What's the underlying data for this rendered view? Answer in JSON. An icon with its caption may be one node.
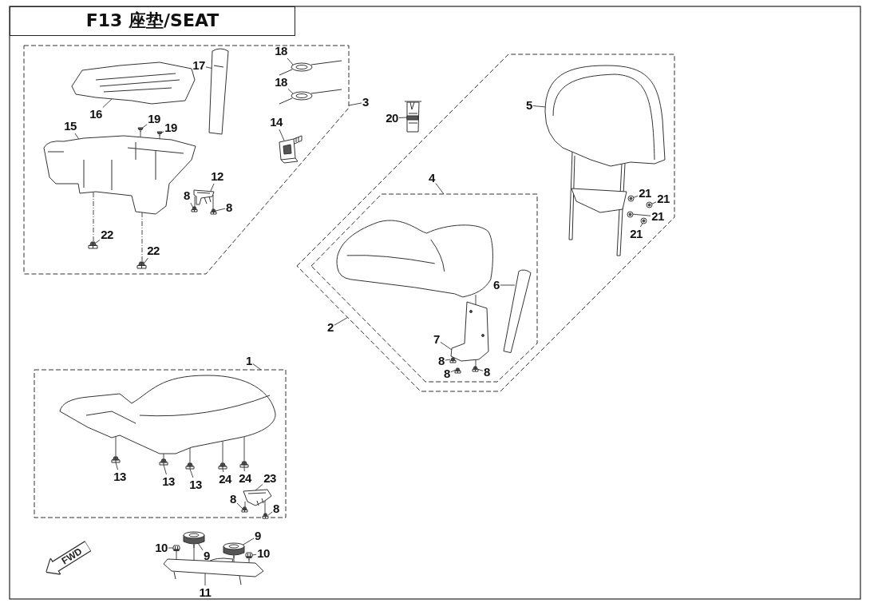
{
  "diagram": {
    "nodes": [
      {
        "text": [
          "F13 座垫/SEAT"
        ]
      },
      {
        "text": [],
        "shape": "box"
      },
      {
        "text": [
          "3"
        ]
      },
      {
        "text": [
          "16"
        ],
        "in": 1
      },
      {
        "text": [],
        "shape": "picture",
        "in": 1
      },
      {
        "text": [
          "17"
        ],
        "in": 1
      },
      {
        "text": [],
        "shape": "picture",
        "in": 1
      },
      {
        "text": [
          "18"
        ],
        "in": 1
      },
      {
        "text": [],
        "shape": "picture",
        "in": 1
      },
      {
        "text": [
          "18"
        ],
        "in": 1
      },
      {
        "text": [],
        "shape": "picture",
        "in": 1
      },
      {
        "text": [
          "14"
        ],
        "in": 1
      },
      {
        "text": [],
        "shape": "picture",
        "in": 1
      },
      {
        "text": [
          "15"
        ],
        "in": 1
      },
      {
        "text": [],
        "shape": "picture",
        "in": 1
      },
      {
        "text": [
          "19"
        ],
        "in": 1
      },
      {
        "text": [],
        "shape": "picture",
        "in": 1
      },
      {
        "text": [
          "19"
        ],
        "in": 1
      },
      {
        "text": [],
        "shape": "picture",
        "in": 1
      },
      {
        "text": [
          "12"
        ],
        "in": 1
      },
      {
        "text": [],
        "shape": "picture",
        "in": 1
      },
      {
        "text": [
          "8"
        ],
        "in": 1
      },
      {
        "text": [],
        "shape": "picture",
        "in": 1
      },
      {
        "text": [
          "8"
        ],
        "in": 1
      },
      {
        "text": [],
        "shape": "picture",
        "in": 1
      },
      {
        "text": [
          "22"
        ],
        "in": 1
      },
      {
        "text": [],
        "shape": "picture",
        "in": 1
      },
      {
        "text": [
          "22"
        ],
        "in": 1
      },
      {
        "text": [],
        "shape": "picture",
        "in": 1
      },
      {
        "text": [
          "20"
        ]
      },
      {
        "text": [],
        "shape": "picture"
      },
      {
        "text": [],
        "shape": "box"
      },
      {
        "text": [
          "2"
        ]
      },
      {
        "text": [],
        "shape": "box",
        "in": 31
      },
      {
        "text": [
          "4"
        ],
        "in": 31
      },
      {
        "text": [
          "5"
        ],
        "in": 31
      },
      {
        "text": [],
        "shape": "picture",
        "in": 31
      },
      {
        "text": [
          "21"
        ],
        "in": 31
      },
      {
        "text": [],
        "shape": "picture",
        "in": 31
      },
      {
        "text": [
          "21"
        ],
        "in": 31
      },
      {
        "text": [],
        "shape": "picture",
        "in": 31
      },
      {
        "text": [
          "21"
        ],
        "in": 31
      },
      {
        "text": [],
        "shape": "picture",
        "in": 31
      },
      {
        "text": [
          "21"
        ],
        "in": 31
      },
      {
        "text": [],
        "shape": "picture",
        "in": 31
      },
      {
        "text": [],
        "shape": "picture",
        "in": 33
      },
      {
        "text": [
          "6"
        ],
        "in": 33
      },
      {
        "text": [],
        "shape": "picture",
        "in": 33
      },
      {
        "text": [
          "7"
        ],
        "in": 33
      },
      {
        "text": [],
        "shape": "picture",
        "in": 33
      },
      {
        "text": [
          "8"
        ],
        "in": 33
      },
      {
        "text": [],
        "shape": "picture",
        "in": 33
      },
      {
        "text": [
          "8"
        ],
        "in": 33
      },
      {
        "text": [],
        "shape": "picture",
        "in": 33
      },
      {
        "text": [
          "8"
        ],
        "in": 33
      },
      {
        "text": [],
        "shape": "picture",
        "in": 33
      },
      {
        "text": [],
        "shape": "box"
      },
      {
        "text": [
          "1"
        ]
      },
      {
        "text": [],
        "shape": "picture",
        "in": 56
      },
      {
        "text": [
          "13"
        ],
        "in": 56
      },
      {
        "text": [],
        "shape": "picture",
        "in": 56
      },
      {
        "text": [
          "13"
        ],
        "in": 56
      },
      {
        "text": [],
        "shape": "picture",
        "in": 56
      },
      {
        "text": [
          "13"
        ],
        "in": 56
      },
      {
        "text": [],
        "shape": "picture",
        "in": 56
      },
      {
        "text": [
          "24"
        ],
        "in": 56
      },
      {
        "text": [],
        "shape": "picture",
        "in": 56
      },
      {
        "text": [
          "24"
        ],
        "in": 56
      },
      {
        "text": [],
        "shape": "picture",
        "in": 56
      },
      {
        "text": [
          "23"
        ],
        "in": 56
      },
      {
        "text": [],
        "shape": "picture",
        "in": 56
      },
      {
        "text": [
          "8"
        ],
        "in": 56
      },
      {
        "text": [],
        "shape": "picture",
        "in": 56
      },
      {
        "text": [
          "8"
        ],
        "in": 56
      },
      {
        "text": [],
        "shape": "picture",
        "in": 56
      },
      {
        "text": [
          "10"
        ]
      },
      {
        "text": [],
        "shape": "picture"
      },
      {
        "text": [
          "9"
        ]
      },
      {
        "text": [],
        "shape": "picture"
      },
      {
        "text": [
          "9"
        ]
      },
      {
        "text": [],
        "shape": "picture"
      },
      {
        "text": [
          "10"
        ]
      },
      {
        "text": [],
        "shape": "picture"
      },
      {
        "text": [
          "11"
        ]
      },
      {
        "text": [],
        "shape": "picture"
      },
      {
        "text": [
          "FWD"
        ]
      }
    ],
    "edges": [
      {
        "from": 2,
        "to": 1,
        "arrow": "none"
      },
      {
        "from": 3,
        "to": 4,
        "arrow": "none"
      },
      {
        "from": 5,
        "to": 6,
        "arrow": "none"
      },
      {
        "from": 7,
        "to": 8,
        "arrow": "none"
      },
      {
        "from": 9,
        "to": 10,
        "arrow": "none"
      },
      {
        "from": 11,
        "to": 12,
        "arrow": "none"
      },
      {
        "from": 13,
        "to": 14,
        "arrow": "none"
      },
      {
        "from": 15,
        "to": 16,
        "arrow": "none"
      },
      {
        "from": 17,
        "to": 18,
        "arrow": "none"
      },
      {
        "from": 19,
        "to": 20,
        "arrow": "none"
      },
      {
        "from": 21,
        "to": 22,
        "arrow": "none"
      },
      {
        "from": 23,
        "to": 24,
        "arrow": "none"
      },
      {
        "from": 25,
        "to": 26,
        "arrow": "none"
      },
      {
        "from": 27,
        "to": 28,
        "arrow": "none"
      },
      {
        "from": 29,
        "to": 30,
        "arrow": "none"
      },
      {
        "from": 32,
        "to": 31,
        "arrow": "none"
      },
      {
        "from": 34,
        "to": 33,
        "arrow": "none"
      },
      {
        "from": 35,
        "to": 36,
        "arrow": "none"
      },
      {
        "from": 37,
        "to": 38,
        "arrow": "none"
      },
      {
        "from": 39,
        "to": 40,
        "arrow": "none"
      },
      {
        "from": 41,
        "to": 42,
        "arrow": "none"
      },
      {
        "from": 43,
        "to": 44,
        "arrow": "none"
      },
      {
        "from": 46,
        "to": 47,
        "arrow": "none"
      },
      {
        "from": 48,
        "to": 49,
        "arrow": "none"
      },
      {
        "from": 50,
        "to": 51,
        "arrow": "none"
      },
      {
        "from": 52,
        "to": 53,
        "arrow": "none"
      },
      {
        "from": 54,
        "to": 55,
        "arrow": "none"
      },
      {
        "from": 57,
        "to": 56,
        "arrow": "none"
      },
      {
        "from": 59,
        "to": 60,
        "arrow": "none"
      },
      {
        "from": 61,
        "to": 62,
        "arrow": "none"
      },
      {
        "from": 63,
        "to": 64,
        "arrow": "none"
      },
      {
        "from": 65,
        "to": 66,
        "arrow": "none"
      },
      {
        "from": 67,
        "to": 68,
        "arrow": "none"
      },
      {
        "from": 69,
        "to": 70,
        "arrow": "none"
      },
      {
        "from": 71,
        "to": 72,
        "arrow": "none"
      },
      {
        "from": 73,
        "to": 74,
        "arrow": "none"
      },
      {
        "from": 75,
        "to": 76,
        "arrow": "none"
      },
      {
        "from": 77,
        "to": 78,
        "arrow": "none"
      },
      {
        "from": 79,
        "to": 80,
        "arrow": "none"
      },
      {
        "from": 81,
        "to": 82,
        "arrow": "none"
      },
      {
        "from": 83,
        "to": 84,
        "arrow": "none"
      },
      {
        "from": 14,
        "to": 26,
        "arrow": "none",
        "style": "dashed"
      },
      {
        "from": 14,
        "to": 28,
        "arrow": "none",
        "style": "dashed"
      },
      {
        "from": 16,
        "to": 14,
        "arrow": "none"
      },
      {
        "from": 18,
        "to": 14,
        "arrow": "none"
      },
      {
        "from": 20,
        "to": 22,
        "arrow": "none"
      },
      {
        "from": 20,
        "to": 24,
        "arrow": "none"
      },
      {
        "from": 45,
        "to": 49,
        "arrow": "none"
      },
      {
        "from": 49,
        "to": 55,
        "arrow": "none"
      },
      {
        "from": 58,
        "to": 60,
        "arrow": "none"
      },
      {
        "from": 58,
        "to": 62,
        "arrow": "none"
      },
      {
        "from": 58,
        "to": 64,
        "arrow": "none"
      },
      {
        "from": 58,
        "to": 66,
        "arrow": "none"
      },
      {
        "from": 58,
        "to": 68,
        "arrow": "none"
      },
      {
        "from": 70,
        "to": 72,
        "arrow": "none"
      },
      {
        "from": 70,
        "to": 74,
        "arrow": "none"
      },
      {
        "from": 78,
        "to": 84,
        "arrow": "none"
      },
      {
        "from": 80,
        "to": 84,
        "arrow": "none"
      },
      {
        "from": 76,
        "to": 84,
        "arrow": "none"
      },
      {
        "from": 82,
        "to": 84,
        "arrow": "none"
      }
    ]
  }
}
